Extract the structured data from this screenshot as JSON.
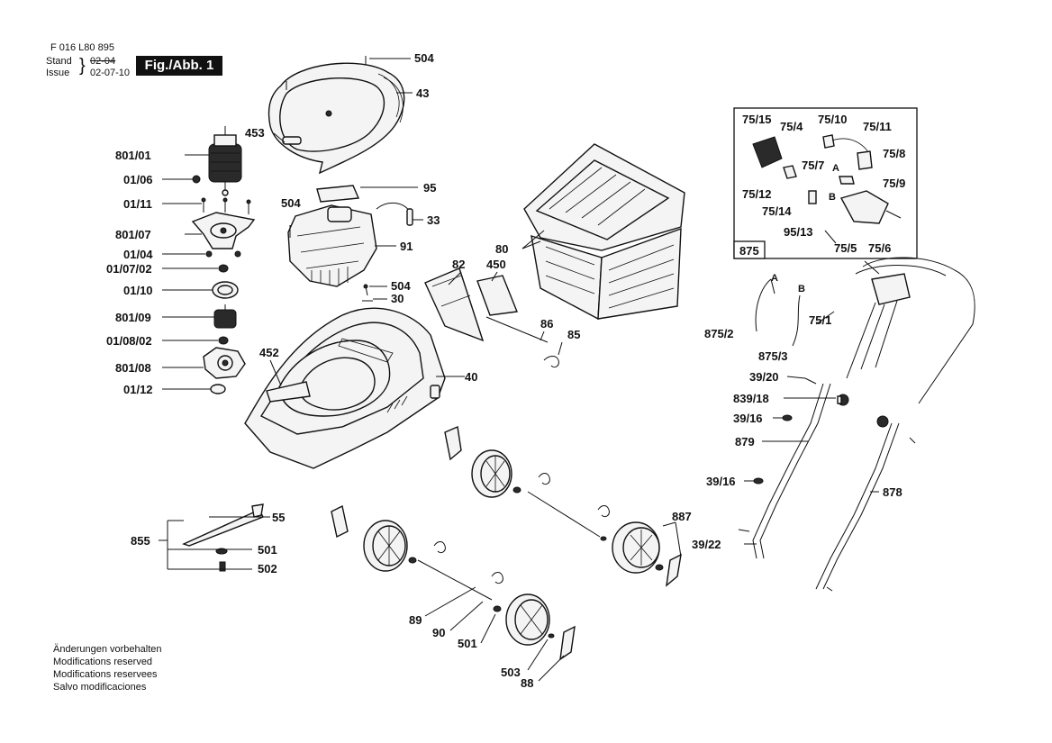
{
  "header": {
    "doc_number": "F 016 L80 895",
    "stand_label": "Stand",
    "issue_label": "Issue",
    "stand_value": "02-04",
    "issue_value": "02-07-10",
    "figure_label": "Fig./Abb. 1"
  },
  "notes": [
    "Änderungen vorbehalten",
    "Modifications reserved",
    "Modifications reservees",
    "Salvo modificaciones"
  ],
  "inset": {
    "box_label": "875",
    "connector_a": "A",
    "connector_b": "B"
  },
  "parts": {
    "p504_top": "504",
    "p43": "43",
    "p453": "453",
    "p801_01": "801/01",
    "p01_06": "01/06",
    "p95": "95",
    "p01_11": "01/11",
    "p504_mid": "504",
    "p33": "33",
    "p801_07": "801/07",
    "p91": "91",
    "p01_04": "01/04",
    "p01_07_02": "01/07/02",
    "p82": "82",
    "p450": "450",
    "p80": "80",
    "p504_low": "504",
    "p30": "30",
    "p01_10": "01/10",
    "p801_09": "801/09",
    "p86": "86",
    "p85": "85",
    "p01_08_02": "01/08/02",
    "p452": "452",
    "p801_08": "801/08",
    "p40": "40",
    "p01_12": "01/12",
    "p75_15": "75/15",
    "p75_4": "75/4",
    "p75_10": "75/10",
    "p75_11": "75/11",
    "p75_8": "75/8",
    "p75_7": "75/7",
    "p75_9": "75/9",
    "p75_12": "75/12",
    "p75_14": "75/14",
    "p95_13": "95/13",
    "p75_5": "75/5",
    "p75_6": "75/6",
    "p875_2": "875/2",
    "p875_3": "875/3",
    "p75_1": "75/1",
    "p39_20": "39/20",
    "p839_18": "839/18",
    "p39_16_a": "39/16",
    "p879": "879",
    "p39_16_b": "39/16",
    "p878": "878",
    "p887": "887",
    "p39_22": "39/22",
    "p55": "55",
    "p855": "855",
    "p501_a": "501",
    "p502": "502",
    "p89": "89",
    "p90": "90",
    "p501_b": "501",
    "p503": "503",
    "p88": "88"
  }
}
